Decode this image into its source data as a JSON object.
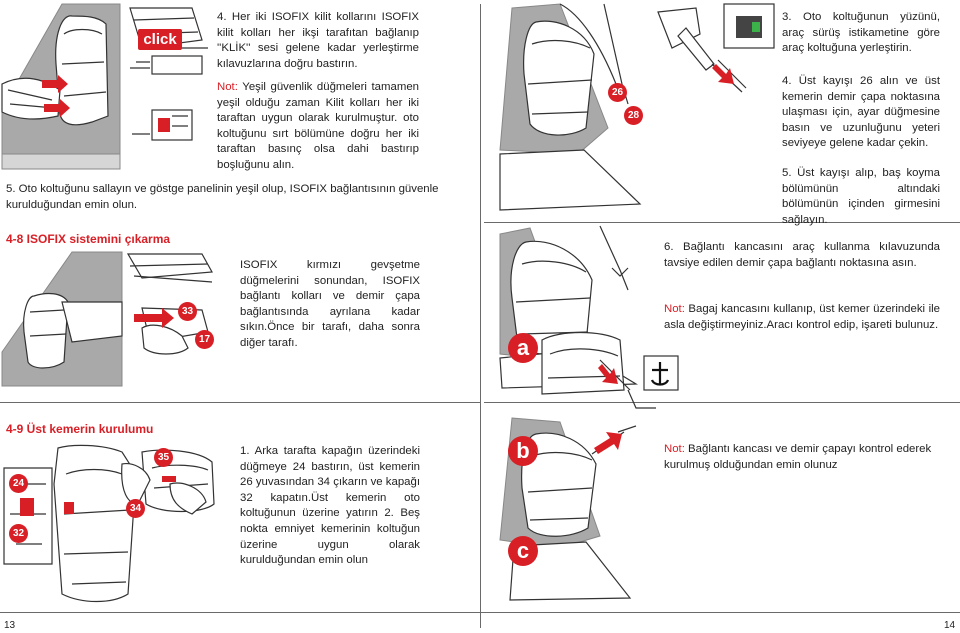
{
  "left_page": {
    "step4": "4. Her iki ISOFIX kilit kollarını ISOFIX kilit kolları her ikşi tarafıtan bağlanıp ''KLİK'' sesi gelene kadar yerleştirme kılavuzlarına doğru bastırın.",
    "note_label": "Not:",
    "note_text": " Yeşil güvenlik düğmeleri tamamen yeşil olduğu zaman Kilit kolları her iki taraftan uygun olarak kurulmuştur. oto koltuğunu sırt bölümüne doğru her iki taraftan basınç olsa dahi bastırıp boşluğunu alın.",
    "step5": "5. Oto koltuğunu sallayın ve göstge panelinin yeşil olup, ISOFIX bağlantısının güvenle kurulduğundan emin olun.",
    "heading_48": "4-8 ISOFIX sistemini çıkarma",
    "isofix_remove": "ISOFIX kırmızı gevşetme düğmelerini sonundan, ISOFIX bağlantı kolları ve demir çapa bağlantısında ayrılana kadar sıkın.Önce bir tarafı, daha sonra diğer tarafı.",
    "heading_49": "4-9 Üst kemerin kurulumu",
    "belt_text": "1. Arka tarafta kapağın üzerindeki düğmeye 24 bastırın, üst kemerin 26 yuvasından 34 çıkarın ve kapağı 32 kapatın.Üst kemerin oto koltuğunun üzerine yatırın 2. Beş nokta emniyet kemerinin koltuğun üzerine uygun olarak kurulduğundan emin olun",
    "click_label": "click",
    "badges": {
      "b33": "33",
      "b17": "17",
      "b24": "24",
      "b35": "35",
      "b34": "34",
      "b32": "32"
    },
    "page_number": "13"
  },
  "right_page": {
    "step3": "3. Oto koltuğunun yüzünü, araç sürüş istikametine göre araç koltuğuna yerleştirin.",
    "step4": "4. Üst kayışı 26 alın ve üst kemerin demir çapa noktasına ulaşması için, ayar düğmesine basın ve uzunluğunu yeteri seviyeye gelene kadar çekin.",
    "step5": "5. Üst kayışı alıp, baş koyma bölümünün altındaki bölümünün içinden girmesini sağlayın.",
    "step6": "6. Bağlantı kancasını araç kullanma kılavuzunda tavsiye edilen demir çapa bağlantı noktasına asın.",
    "note1_label": "Not:",
    "note1_text": " Bagaj kancasını kullanıp, üst kemer üzerindeki ile asla değiştirmeyiniz.Aracı kontrol edip, işareti bulunuz.",
    "note2_label": "Not:",
    "note2_text": " Bağlantı kancası ve demir çapayı kontrol ederek kurulmuş olduğundan emin olunuz",
    "badges": {
      "b26": "26",
      "b28": "28",
      "ba": "a",
      "bb": "b",
      "bc": "c"
    },
    "page_number": "14"
  },
  "colors": {
    "accent_red": "#d81f26",
    "seat_gray": "#a9a9a9",
    "text": "#222222",
    "divider": "#6a6a6a"
  }
}
